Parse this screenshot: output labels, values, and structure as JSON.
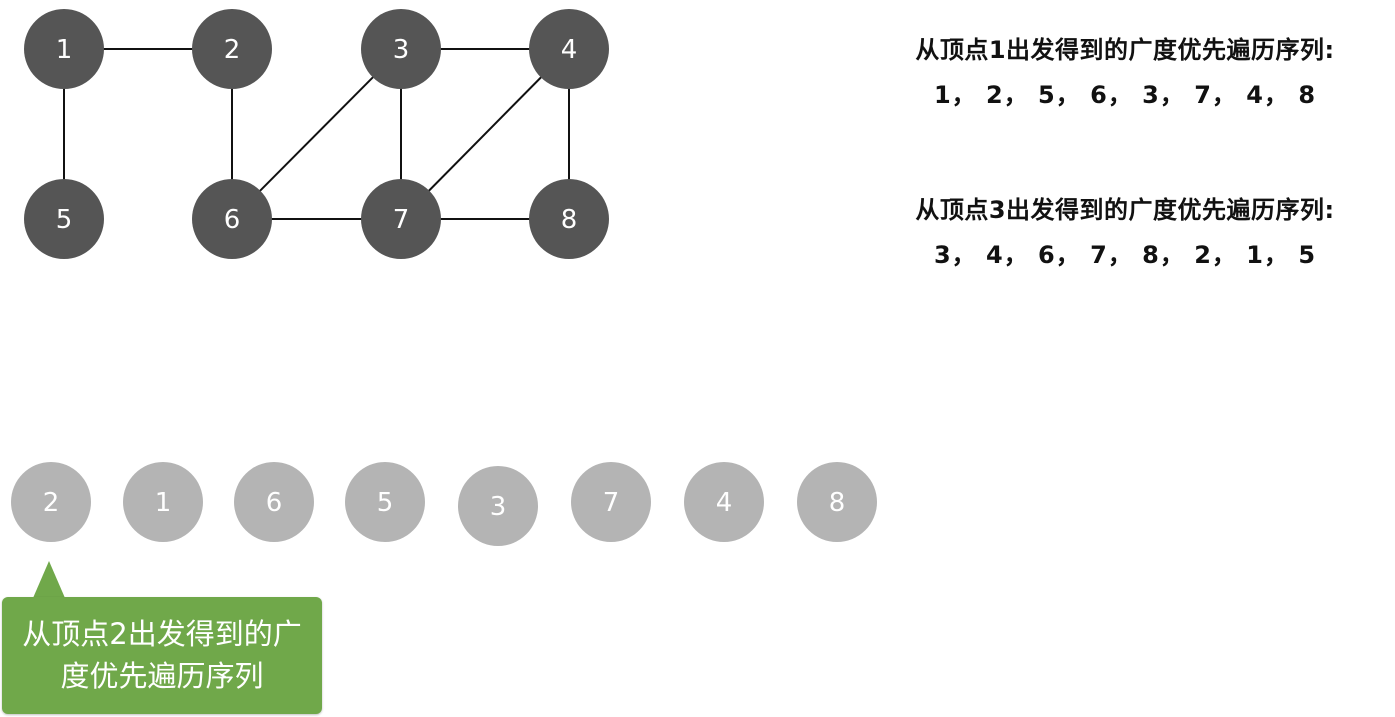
{
  "graph": {
    "nodes": [
      {
        "id": "1",
        "label": "1"
      },
      {
        "id": "2",
        "label": "2"
      },
      {
        "id": "3",
        "label": "3"
      },
      {
        "id": "4",
        "label": "4"
      },
      {
        "id": "5",
        "label": "5"
      },
      {
        "id": "6",
        "label": "6"
      },
      {
        "id": "7",
        "label": "7"
      },
      {
        "id": "8",
        "label": "8"
      }
    ],
    "edges": [
      [
        "1",
        "2"
      ],
      [
        "1",
        "5"
      ],
      [
        "2",
        "6"
      ],
      [
        "3",
        "4"
      ],
      [
        "3",
        "6"
      ],
      [
        "3",
        "7"
      ],
      [
        "4",
        "7"
      ],
      [
        "4",
        "8"
      ],
      [
        "6",
        "7"
      ],
      [
        "7",
        "8"
      ]
    ],
    "node_color": "#555555",
    "edge_color": "#111111"
  },
  "sequence": {
    "labels": [
      "2",
      "1",
      "6",
      "5",
      "3",
      "7",
      "4",
      "8"
    ],
    "node_color": "#b4b4b4"
  },
  "captions": [
    {
      "title": "从顶点1出发得到的广度优先遍历序列:",
      "sequence": "1， 2， 5， 6， 3， 7， 4， 8"
    },
    {
      "title": "从顶点3出发得到的广度优先遍历序列:",
      "sequence": "3， 4， 6， 7， 8， 2， 1， 5"
    }
  ],
  "bubble": {
    "line1": "从顶点2出发得到的广",
    "line2": "度优先遍历序列",
    "color": "#70a84a"
  }
}
